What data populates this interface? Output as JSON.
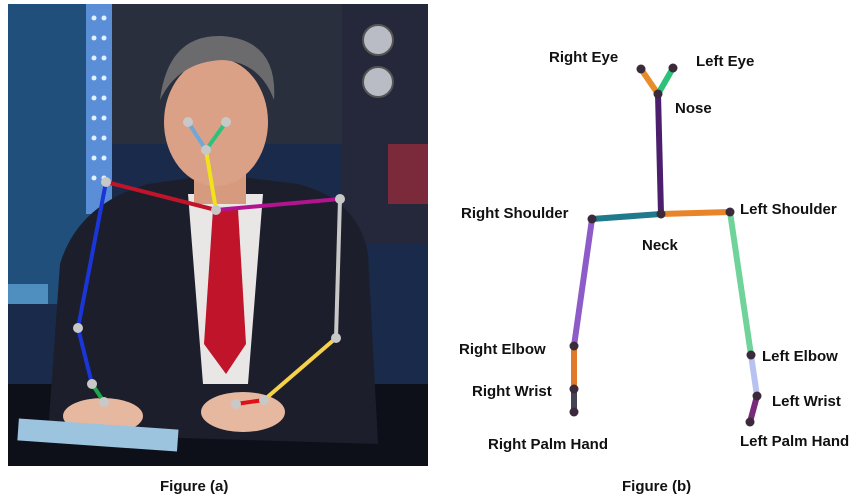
{
  "figure_a": {
    "caption": "Figure (a)"
  },
  "figure_b": {
    "caption": "Figure (b)",
    "keypoint_labels": {
      "right_eye": "Right Eye",
      "left_eye": "Left Eye",
      "nose": "Nose",
      "right_shoulder": "Right Shoulder",
      "left_shoulder": "Left Shoulder",
      "neck": "Neck",
      "right_elbow": "Right Elbow",
      "left_elbow": "Left Elbow",
      "right_wrist": "Right Wrist",
      "left_wrist": "Left Wrist",
      "right_palm_hand": "Right Palm Hand",
      "left_palm_hand": "Left Palm Hand"
    }
  },
  "colors": {
    "limb_right_eye": "#e88c2a",
    "limb_left_eye": "#2cc27a",
    "limb_nose_neck": "#4b1e6e",
    "limb_right_shoulder": "#1f7a8c",
    "limb_left_shoulder": "#e8842a",
    "limb_right_upper_arm": "#8e5cc8",
    "limb_left_upper_arm": "#6fd39a",
    "limb_right_forearm": "#e07a2a",
    "limb_left_forearm": "#b8c2f0",
    "limb_right_palm": "#444455",
    "limb_left_palm": "#7a2a7a",
    "photo_limb_neck_nose": "#f2e21c",
    "photo_limb_right_shoulder": "#c0142a",
    "photo_limb_left_shoulder": "#b2138f",
    "photo_limb_right_arm": "#1a35d8",
    "photo_limb_left_upper_arm": "#c8c8c8",
    "photo_limb_left_forearm": "#f5d24a",
    "photo_limb_right_palm": "#1fa84a",
    "photo_limb_left_palm": "#e0101a",
    "photo_limb_right_eye": "#6fa8d8",
    "photo_limb_left_eye": "#2cc27a"
  }
}
